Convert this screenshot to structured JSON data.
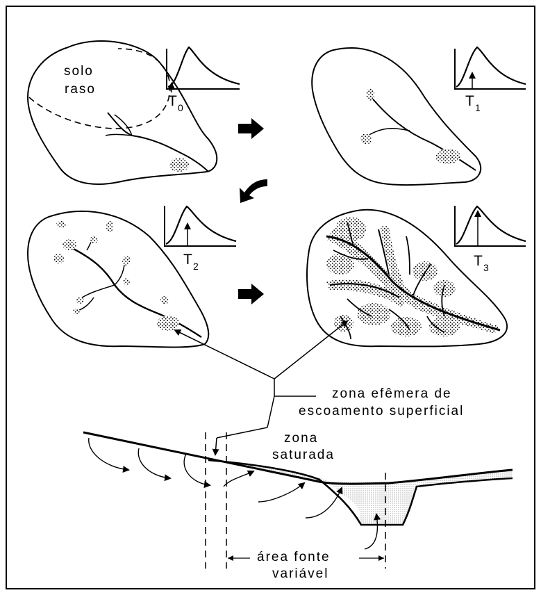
{
  "labels": {
    "solo_line1": "solo",
    "solo_line2": "raso",
    "zona_efemera_line1": "zona efêmera de",
    "zona_efemera_line2": "escoamento superficial",
    "zona_saturada_line1": "zona",
    "zona_saturada_line2": "saturada",
    "area_fonte_line1": "área fonte",
    "area_fonte_line2": "variável"
  },
  "hydrographs": [
    {
      "main": "T",
      "sub": "0"
    },
    {
      "main": "T",
      "sub": "1"
    },
    {
      "main": "T",
      "sub": "2"
    },
    {
      "main": "T",
      "sub": "3"
    }
  ]
}
